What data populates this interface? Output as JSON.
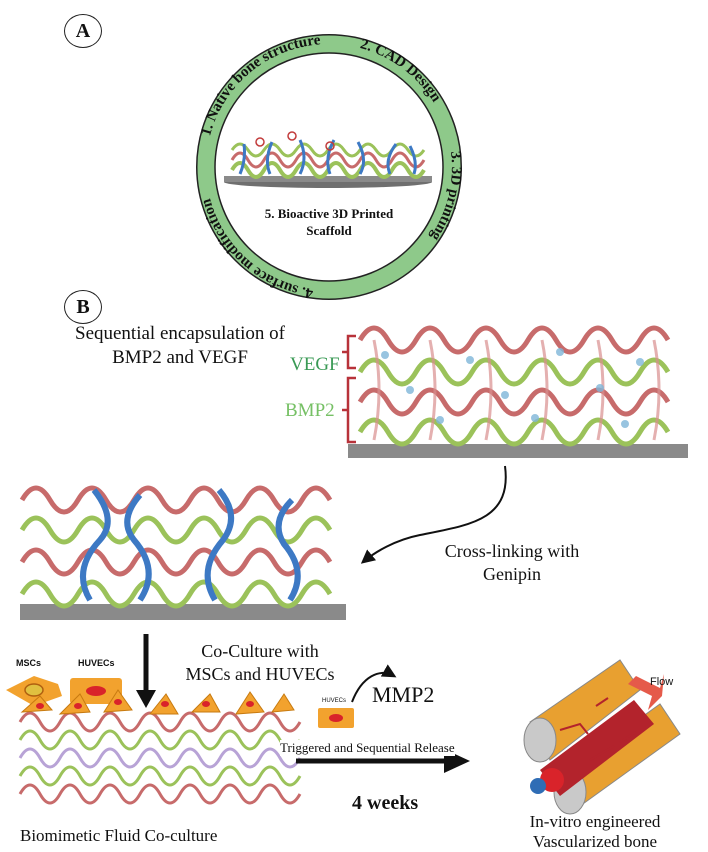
{
  "panel_a": {
    "label": "A",
    "ring_steps": [
      "1. Native bone structure",
      "2. CAD Design",
      "3. 3D printing",
      "4. surface modification"
    ],
    "center_line1": "5. Bioactive 3D Printed",
    "center_line2": "Scaffold"
  },
  "panel_b": {
    "label": "B",
    "encapsulation_line1": "Sequential encapsulation of",
    "encapsulation_line2": "BMP2 and VEGF",
    "vegf_label": "VEGF",
    "bmp2_label": "BMP2",
    "crosslink_line1": "Cross-linking with",
    "crosslink_line2": "Genipin",
    "msc_label": "MSCs",
    "huvec_label": "HUVECs",
    "coculture_line1": "Co-Culture with",
    "coculture_line2": "MSCs and HUVECs",
    "huvec_small_label": "HUVECs",
    "mmp2_label": "MMP2",
    "release_line1": "Triggered and Sequential",
    "release_line2": "Release",
    "duration": "4 weeks",
    "flow_label": "Flow",
    "fluid_caption": "Biomimetic Fluid Co-culture",
    "bone_line1": "In-vitro engineered",
    "bone_line2": "Vascularized bone"
  },
  "colors": {
    "ring_green": "#8ec98a",
    "fiber_red": "#c76b6b",
    "fiber_green": "#9bc25a",
    "fiber_blue": "#3d79c4",
    "vegf_green": "#3a9a55",
    "bmp2_green": "#76c065",
    "cell_orange": "#f2a22e",
    "base_gray": "#8a8a8a",
    "vessel_red": "#b3232c"
  }
}
